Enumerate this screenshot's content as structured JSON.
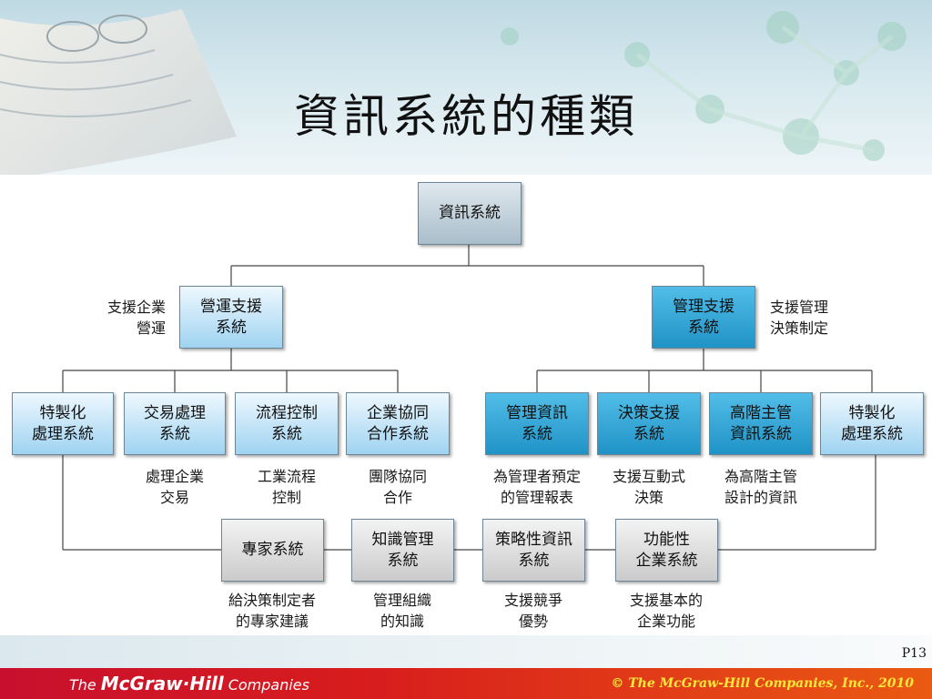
{
  "title": "資訊系統的種類",
  "nodes": {
    "root": "資訊系統",
    "operations_support": "營運支援\n系統",
    "management_support": "管理支援\n系統",
    "ops_custom": "特製化\n處理系統",
    "transaction": "交易處理\n系統",
    "process_control": "流程控制\n系統",
    "collaboration": "企業協同\n合作系統",
    "mis": "管理資訊\n系統",
    "dss": "決策支援\n系統",
    "eis": "高階主管\n資訊系統",
    "mgmt_custom": "特製化\n處理系統",
    "expert": "專家系統",
    "knowledge": "知識管理\n系統",
    "strategic": "策略性資訊\n系統",
    "functional": "功能性\n企業系統"
  },
  "notes": {
    "operations_support": "支援企業\n營運",
    "management_support": "支援管理\n決策制定",
    "transaction": "處理企業\n交易",
    "process_control": "工業流程\n控制",
    "collaboration": "團隊協同\n合作",
    "mis": "為管理者預定\n的管理報表",
    "dss": "支援互動式\n決策",
    "eis": "為高階主管\n設計的資訊",
    "expert": "給決策制定者\n的專家建議",
    "knowledge": "管理組織\n的知識",
    "strategic": "支援競爭\n優勢",
    "functional": "支援基本的\n企業功能"
  },
  "page_number": "P13",
  "footer": {
    "logo_prefix": "The",
    "logo_brand": "McGraw·Hill",
    "logo_suffix": "Companies",
    "copyright": "© The McGraw-Hill Companies, Inc., 2010"
  },
  "colors": {
    "footer_red": "#c8102e",
    "footer_orange": "#ea5a12",
    "copyright_yellow": "#ffe93a",
    "teal_box": "#1f93c6",
    "light_box": "#9fd3f1"
  }
}
